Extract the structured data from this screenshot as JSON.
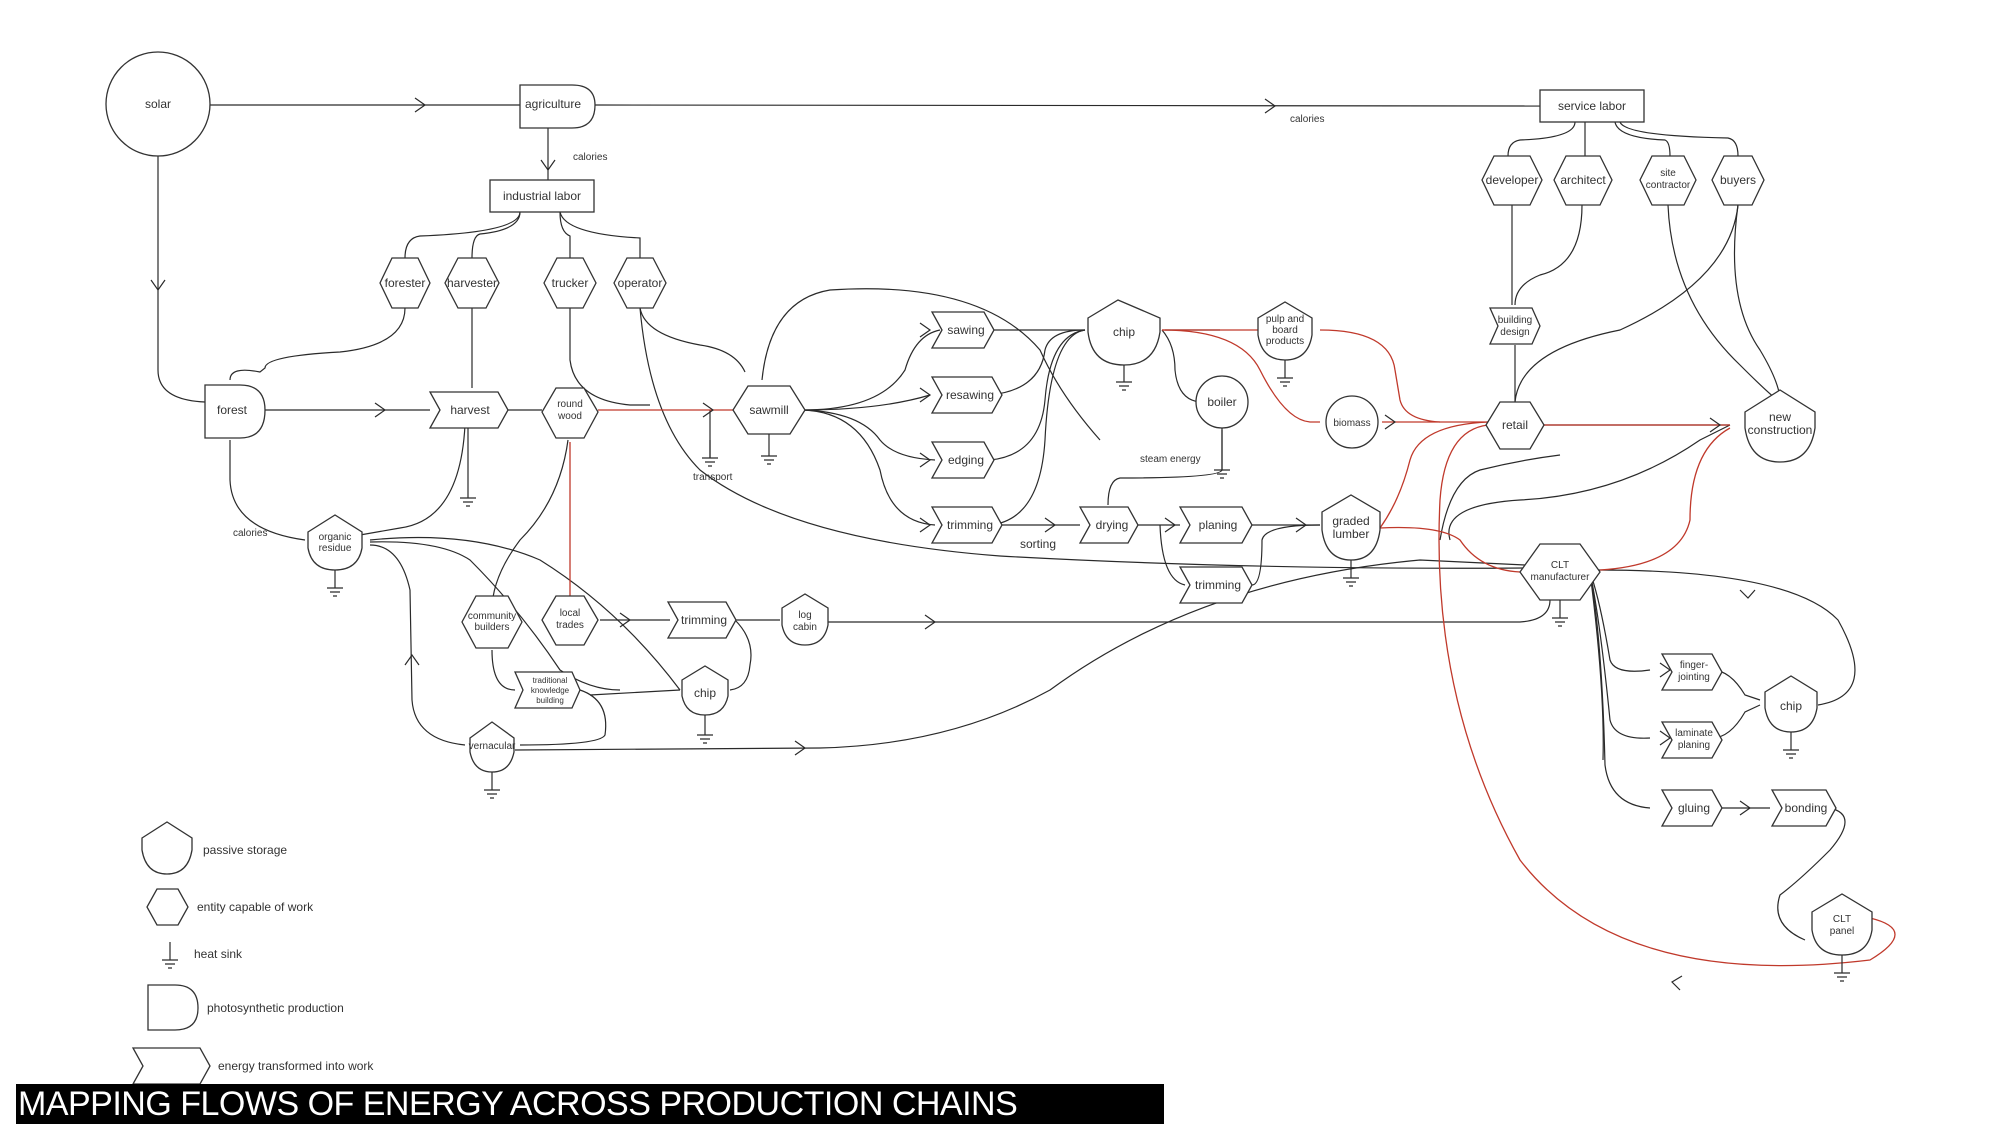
{
  "title": "MAPPING  FLOWS OF ENERGY ACROSS PRODUCTION CHAINS",
  "colors": {
    "ink": "#2a2a2a",
    "highlight_flow": "#c0392b",
    "title_bar": "#000000",
    "title_text": "#ffffff"
  },
  "nodes": {
    "solar": "solar",
    "agriculture": "agriculture",
    "service_labor": "service labor",
    "industrial_labor": "industrial labor",
    "forester": "forester",
    "harvester": "harvester",
    "trucker": "trucker",
    "operator": "operator",
    "forest": "forest",
    "harvest": "harvest",
    "round_wood": [
      "round",
      "wood"
    ],
    "sawmill": "sawmill",
    "sawing": "sawing",
    "resawing": "resawing",
    "edging": "edging",
    "trimming_1": "trimming",
    "chip_1": "chip",
    "pulp": [
      "pulp and",
      "board",
      "products"
    ],
    "boiler": "boiler",
    "biomass": "biomass",
    "drying": "drying",
    "planing": "planing",
    "trimming_2": "trimming",
    "graded_lumber": [
      "graded",
      "lumber"
    ],
    "developer": "developer",
    "architect": "architect",
    "site_contractor": [
      "site",
      "contractor"
    ],
    "buyers": "buyers",
    "building_design": [
      "building",
      "design"
    ],
    "retail": "retail",
    "new_construction": [
      "new",
      "construction"
    ],
    "clt_manufacturer": [
      "CLT",
      "manufacturer"
    ],
    "finger_jointing": [
      "finger-",
      "jointing"
    ],
    "laminate_planing": [
      "laminate",
      "planing"
    ],
    "chip_3": "chip",
    "gluing": "gluing",
    "bonding": "bonding",
    "clt_panel": [
      "CLT",
      "panel"
    ],
    "organic_residue": [
      "organic",
      "residue"
    ],
    "community_builders": [
      "community",
      "builders"
    ],
    "local_trades": [
      "local",
      "trades"
    ],
    "trimming_3": "trimming",
    "log_cabin": [
      "log",
      "cabin"
    ],
    "traditional_knowledge": [
      "traditional",
      "knowledge",
      "building"
    ],
    "chip_2": "chip",
    "vernacular": "vernacular"
  },
  "flow_labels": {
    "calories_top": "calories",
    "calories_service": "calories",
    "calories_left": "calories",
    "transport": "transport",
    "sorting": "sorting",
    "steam_energy": "steam energy"
  },
  "legend": [
    {
      "icon": "pentagon-storage-icon",
      "label": "passive storage"
    },
    {
      "icon": "hexagon-entity-icon",
      "label": "entity capable of work"
    },
    {
      "icon": "heat-sink-icon",
      "label": "heat sink"
    },
    {
      "icon": "d-shape-production-icon",
      "label": "photosynthetic production"
    },
    {
      "icon": "chevron-work-icon",
      "label": "energy transformed into work"
    }
  ]
}
